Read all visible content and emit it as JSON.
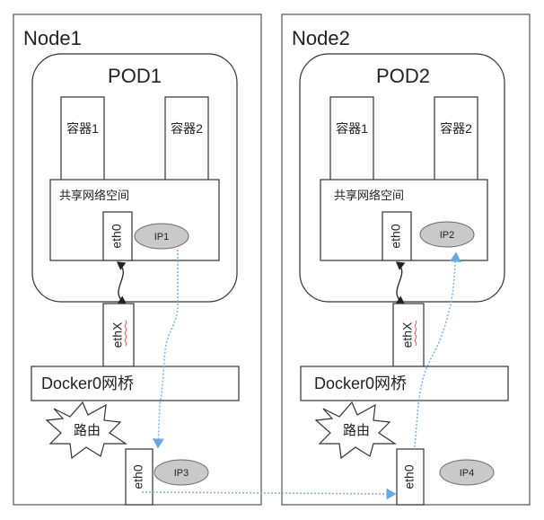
{
  "nodes": [
    {
      "label": "Node1",
      "pod": "POD1",
      "containers": [
        "容器1",
        "容器2"
      ],
      "shared_network": "共享网络空间",
      "pod_interface": "eth0",
      "pod_ip": "IP1",
      "veth": "ethX",
      "bridge": "Docker0网桥",
      "router": "路由",
      "node_interface": "eth0",
      "node_ip": "IP3"
    },
    {
      "label": "Node2",
      "pod": "POD2",
      "containers": [
        "容器1",
        "容器2"
      ],
      "shared_network": "共享网络空间",
      "pod_interface": "eth0",
      "pod_ip": "IP2",
      "veth": "ethX",
      "bridge": "Docker0网桥",
      "router": "路由",
      "node_interface": "eth0",
      "node_ip": "IP4"
    }
  ],
  "colors": {
    "flow": "#7fb7e6",
    "ip_ellipse": "#c9c9c9",
    "stroke": "#333333"
  }
}
